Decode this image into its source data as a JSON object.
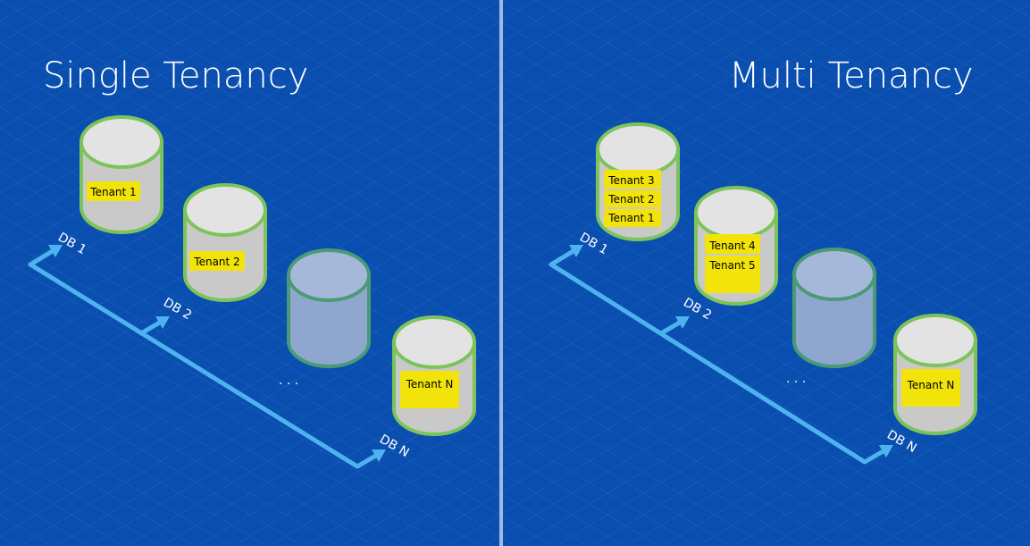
{
  "colors": {
    "background": "#0a4fb0",
    "grid": "#2f6fc6",
    "divider": "#9fb8e3",
    "cylinder_body": "#c9c9c9",
    "cylinder_top": "#e3e3e3",
    "cylinder_rim": "#7cc45a",
    "ghost_body": "#8fa7cf",
    "ghost_rim": "#4a9a76",
    "label_fill": "#f2e40b",
    "axis": "#4db3ee",
    "title_text": "#ffffff"
  },
  "single": {
    "title": "Single Tenancy",
    "databases": [
      {
        "axis_label": "DB 1",
        "tenants": [
          "Tenant 1"
        ]
      },
      {
        "axis_label": "DB 2",
        "tenants": [
          "Tenant 2"
        ]
      },
      {
        "axis_label": "DB N",
        "tenants": [
          "Tenant N"
        ]
      }
    ],
    "ellipsis": ". . ."
  },
  "multi": {
    "title": "Multi Tenancy",
    "databases": [
      {
        "axis_label": "DB 1",
        "tenants": [
          "Tenant 3",
          "Tenant 2",
          "Tenant 1"
        ]
      },
      {
        "axis_label": "DB 2",
        "tenants": [
          "Tenant 4",
          "Tenant 5"
        ]
      },
      {
        "axis_label": "DB N",
        "tenants": [
          "Tenant N"
        ]
      }
    ],
    "ellipsis": ". . ."
  }
}
